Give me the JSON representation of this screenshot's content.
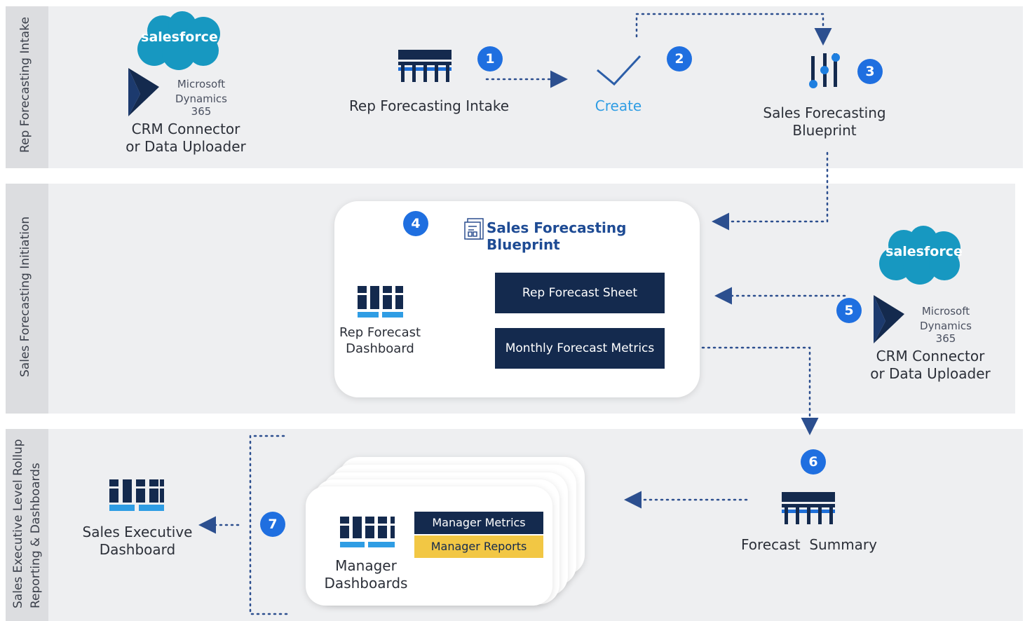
{
  "bands": {
    "intake": "Rep Forecasting Intake",
    "initiation": "Sales Forecasting Initiation",
    "rollup_line1": "Sales Executive Level Rollup",
    "rollup_line2": "Reporting & Dashboards"
  },
  "logos": {
    "salesforce": "salesforce",
    "ms_line1": "Microsoft",
    "ms_line2": "Dynamics 365"
  },
  "top_left": {
    "line1": "CRM Connector",
    "line2": "or Data Uploader"
  },
  "intake_label": "Rep Forecasting Intake",
  "create_label": "Create",
  "blueprint_top": {
    "line1": "Sales Forecasting",
    "line2": "Blueprint"
  },
  "blueprint_card": {
    "title": "Sales Forecasting Blueprint",
    "sheet": "Rep Forecast Sheet",
    "metrics": "Monthly Forecast Metrics"
  },
  "rep_dashboard": {
    "line1": "Rep Forecast",
    "line2": "Dashboard"
  },
  "right_crm": {
    "line1": "CRM Connector",
    "line2": "or Data Uploader"
  },
  "forecast_summary": "Forecast  Summary",
  "manager": {
    "metrics": "Manager Metrics",
    "reports": "Manager Reports",
    "line1": "Manager",
    "line2": "Dashboards"
  },
  "exec_dashboard": {
    "line1": "Sales Executive",
    "line2": "Dashboard"
  },
  "steps": [
    "1",
    "2",
    "3",
    "4",
    "5",
    "6",
    "7"
  ],
  "colors": {
    "navy": "#142a4e",
    "blue": "#1f6fe0",
    "salesforce": "#1798c1",
    "yellow": "#f2c744",
    "accent_light": "#2f9de4"
  }
}
